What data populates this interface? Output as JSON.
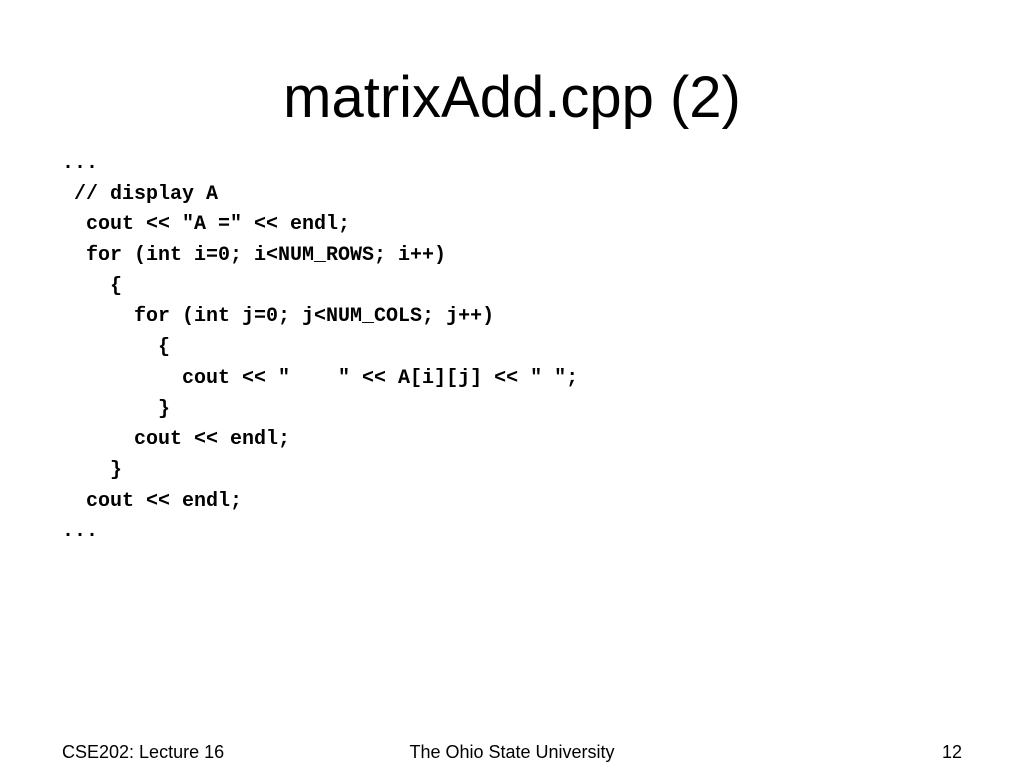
{
  "slide": {
    "title": "matrixAdd.cpp (2)",
    "code_lines": [
      "...",
      " // display A",
      "  cout << \"A =\" << endl;",
      "  for (int i=0; i<NUM_ROWS; i++)",
      "    {",
      "      for (int j=0; j<NUM_COLS; j++)",
      "        {",
      "          cout << \"    \" << A[i][j] << \" \";",
      "        }",
      "      cout << endl;",
      "    }",
      "  cout << endl;",
      "..."
    ]
  },
  "footer": {
    "course": "CSE202: Lecture 16",
    "institution": "The Ohio State University",
    "page_number": "12"
  }
}
